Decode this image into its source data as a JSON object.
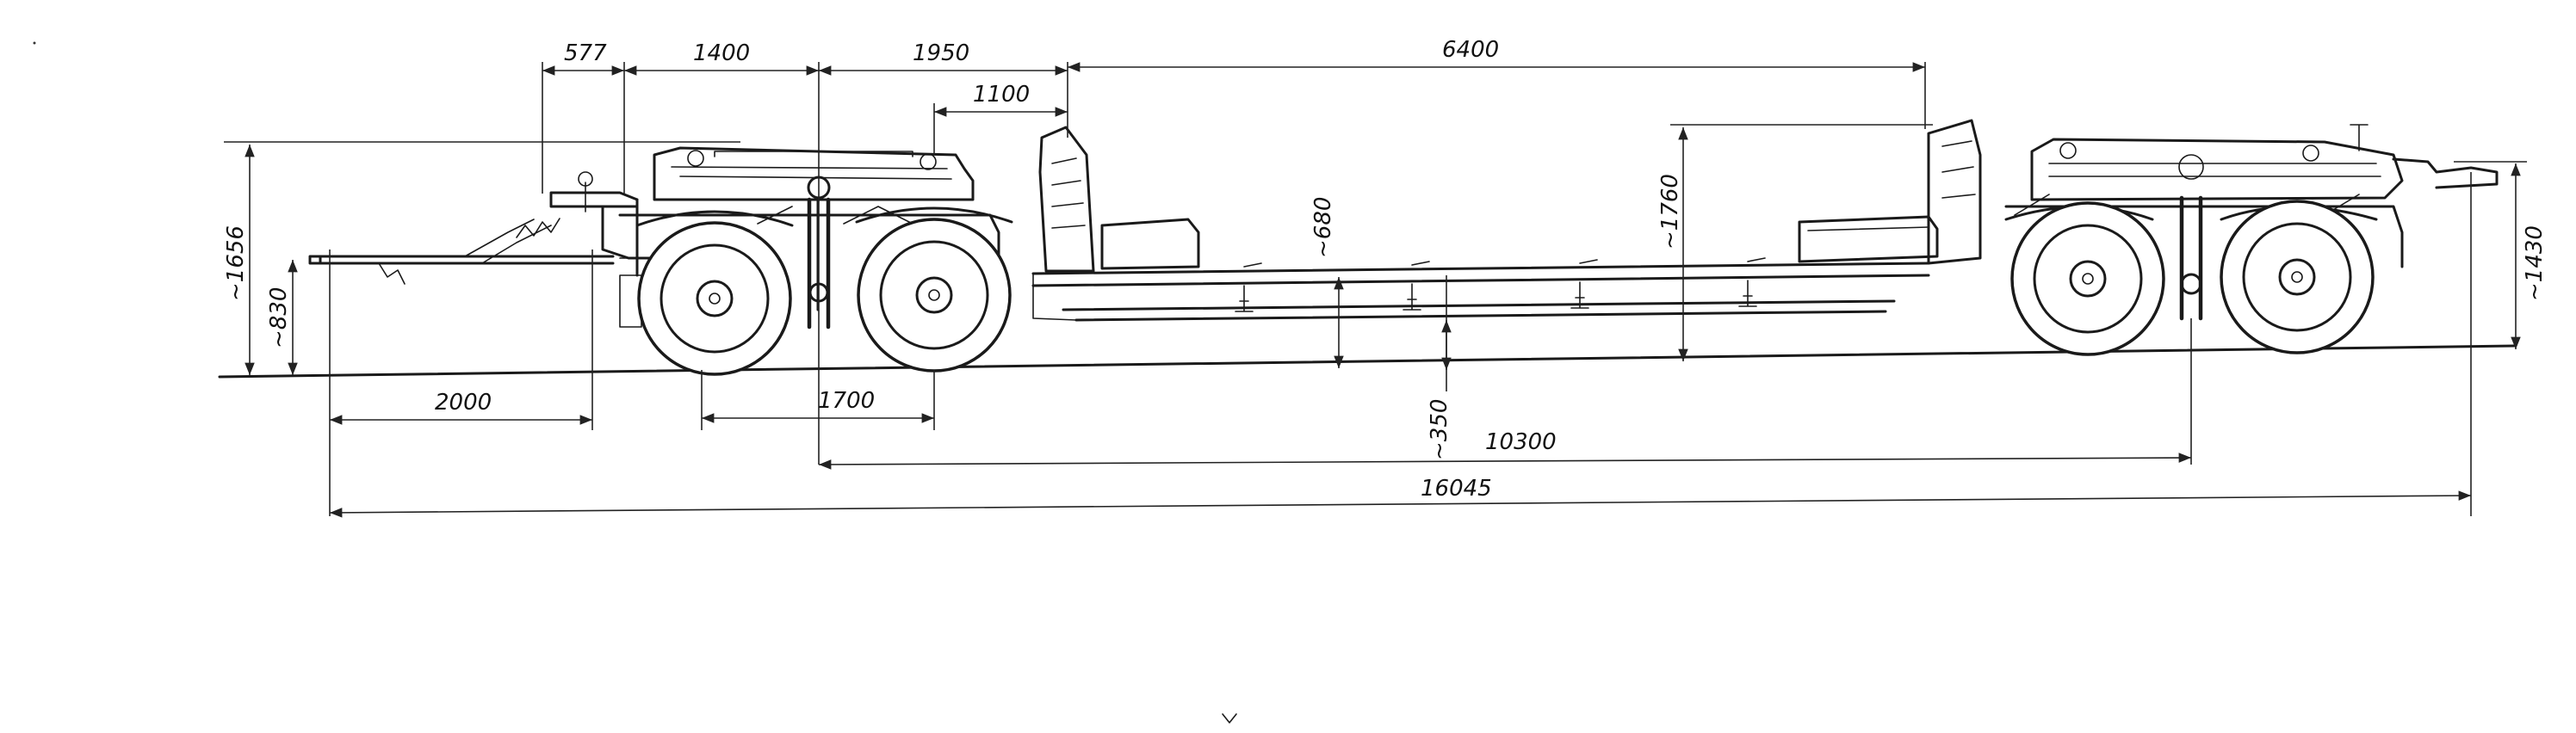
{
  "dimensions": {
    "d577": "577",
    "d1400": "1400",
    "d1950": "1950",
    "d1100": "1100",
    "d6400": "6400",
    "d1656": "~1656",
    "d830": "~830",
    "d680": "~680",
    "d1760": "~1760",
    "d1430": "~1430",
    "d2000": "2000",
    "d1700": "1700",
    "d350": "~350",
    "d10300": "10300",
    "d16045": "16045"
  },
  "colors": {
    "ink": "#1a1a1a",
    "paper": "#ffffff"
  }
}
